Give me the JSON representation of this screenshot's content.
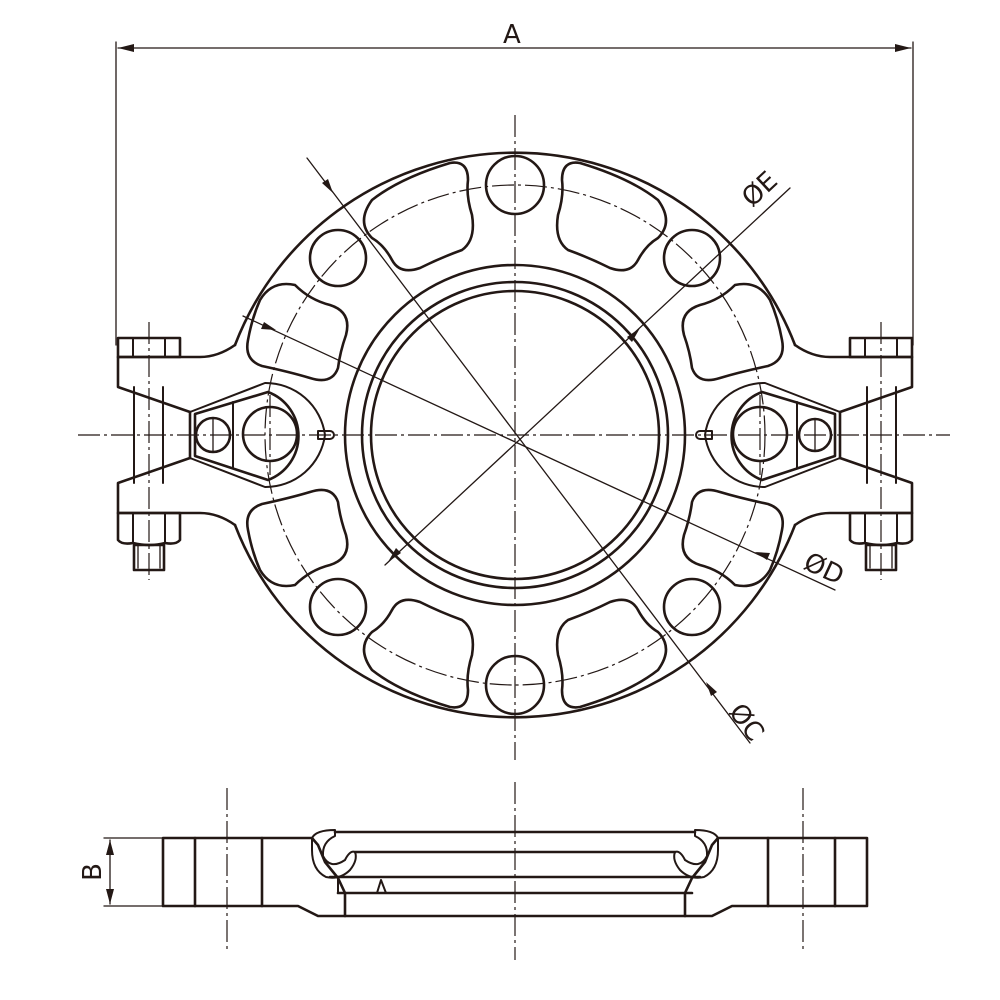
{
  "drawing": {
    "subject": "Grooved flange adapter",
    "views": [
      "plan-view",
      "section-view"
    ],
    "colors": {
      "line": "#231815",
      "background": "#ffffff"
    }
  },
  "dimensions": {
    "A": "A",
    "B": "B",
    "C": "ØC",
    "D": "ØD",
    "E": "ØE"
  }
}
